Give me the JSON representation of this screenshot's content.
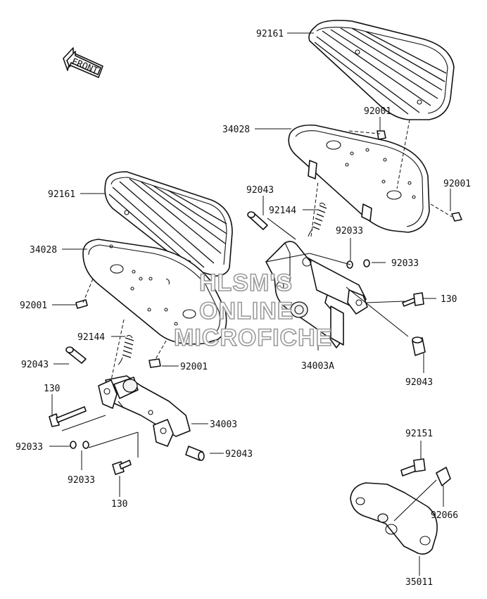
{
  "front_arrow": {
    "label": "FRONT"
  },
  "watermark": {
    "line1": "HLSM'S",
    "line2": "ONLINE",
    "line3": "MICROFICHE"
  },
  "callouts": {
    "c92161_top": "92161",
    "c92001_top": "92001",
    "c34028_top": "34028",
    "c92001_right": "92001",
    "c92043_mid": "92043",
    "c92144_mid": "92144",
    "c92033_mid": "92033",
    "c92033_right": "92033",
    "c130_right": "130",
    "c34003A": "34003A",
    "c92043_right": "92043",
    "c92161_left": "92161",
    "c34028_left": "34028",
    "c92001_left": "92001",
    "c92144_left": "92144",
    "c92043_left": "92043",
    "c92001_low": "92001",
    "c130_left": "130",
    "c34003": "34003",
    "c92033_left": "92033",
    "c92043_low": "92043",
    "c92033_bottom": "92033",
    "c130_bottom": "130",
    "c92151": "92151",
    "c92066": "92066",
    "c35011": "35011"
  }
}
